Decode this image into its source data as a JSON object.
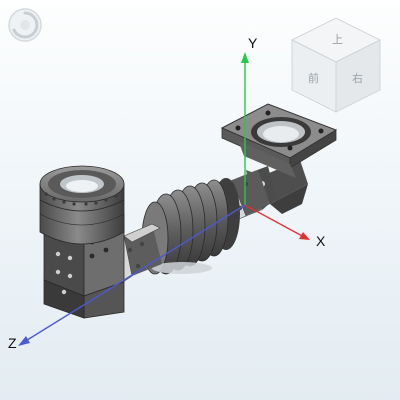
{
  "viewer": {
    "axes": {
      "x_label": "X",
      "y_label": "Y",
      "z_label": "Z",
      "x_color": "#e03030",
      "y_color": "#22cc44",
      "z_color": "#4a5ad0"
    },
    "viewcube": {
      "top_face": "上",
      "front_face": "前",
      "right_face": "右"
    },
    "icons": {
      "spinner": "loading-spinner-icon",
      "viewcube": "view-cube-icon"
    },
    "model_color": "#6e6e6e"
  }
}
